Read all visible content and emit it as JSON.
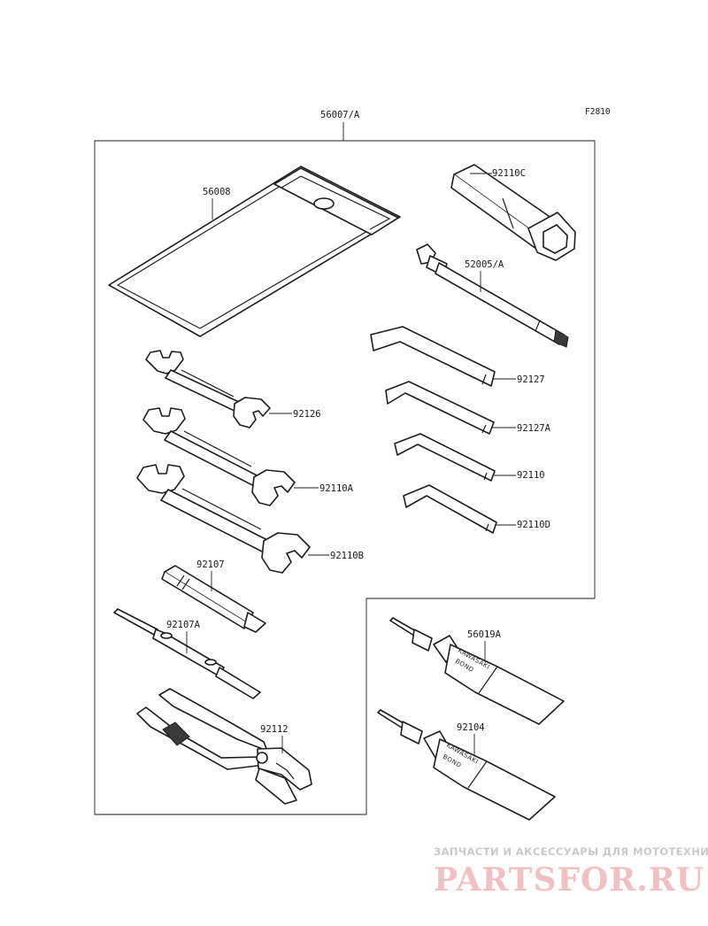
{
  "figure_code": "F2810",
  "labels": {
    "kit": "56007/A",
    "tool_bag": "56008",
    "plug_wrench": "92110C",
    "handle": "52005/A",
    "hex_wrench_a": "92127",
    "hex_wrench_b": "92127A",
    "hex_wrench_c": "92110",
    "hex_wrench_d": "92110D",
    "spanner_a": "92126",
    "spanner_b": "92110A",
    "spanner_c": "92110B",
    "screwdriver": "92107",
    "screwdriver_grip": "92107A",
    "pliers": "92112",
    "bond_tube_a": "56019A",
    "bond_tube_b": "92104"
  },
  "tube_print": {
    "line1": "KAWASAKI",
    "line2": "BOND"
  },
  "watermark": {
    "line1": "ЗАПЧАСТИ И АКСЕССУАРЫ ДЛЯ МОТОТЕХНИКИ",
    "line2": "PARTSFOR.RU",
    "color_text": "#c9c9c9",
    "color_logo": "#f1c0c0"
  }
}
